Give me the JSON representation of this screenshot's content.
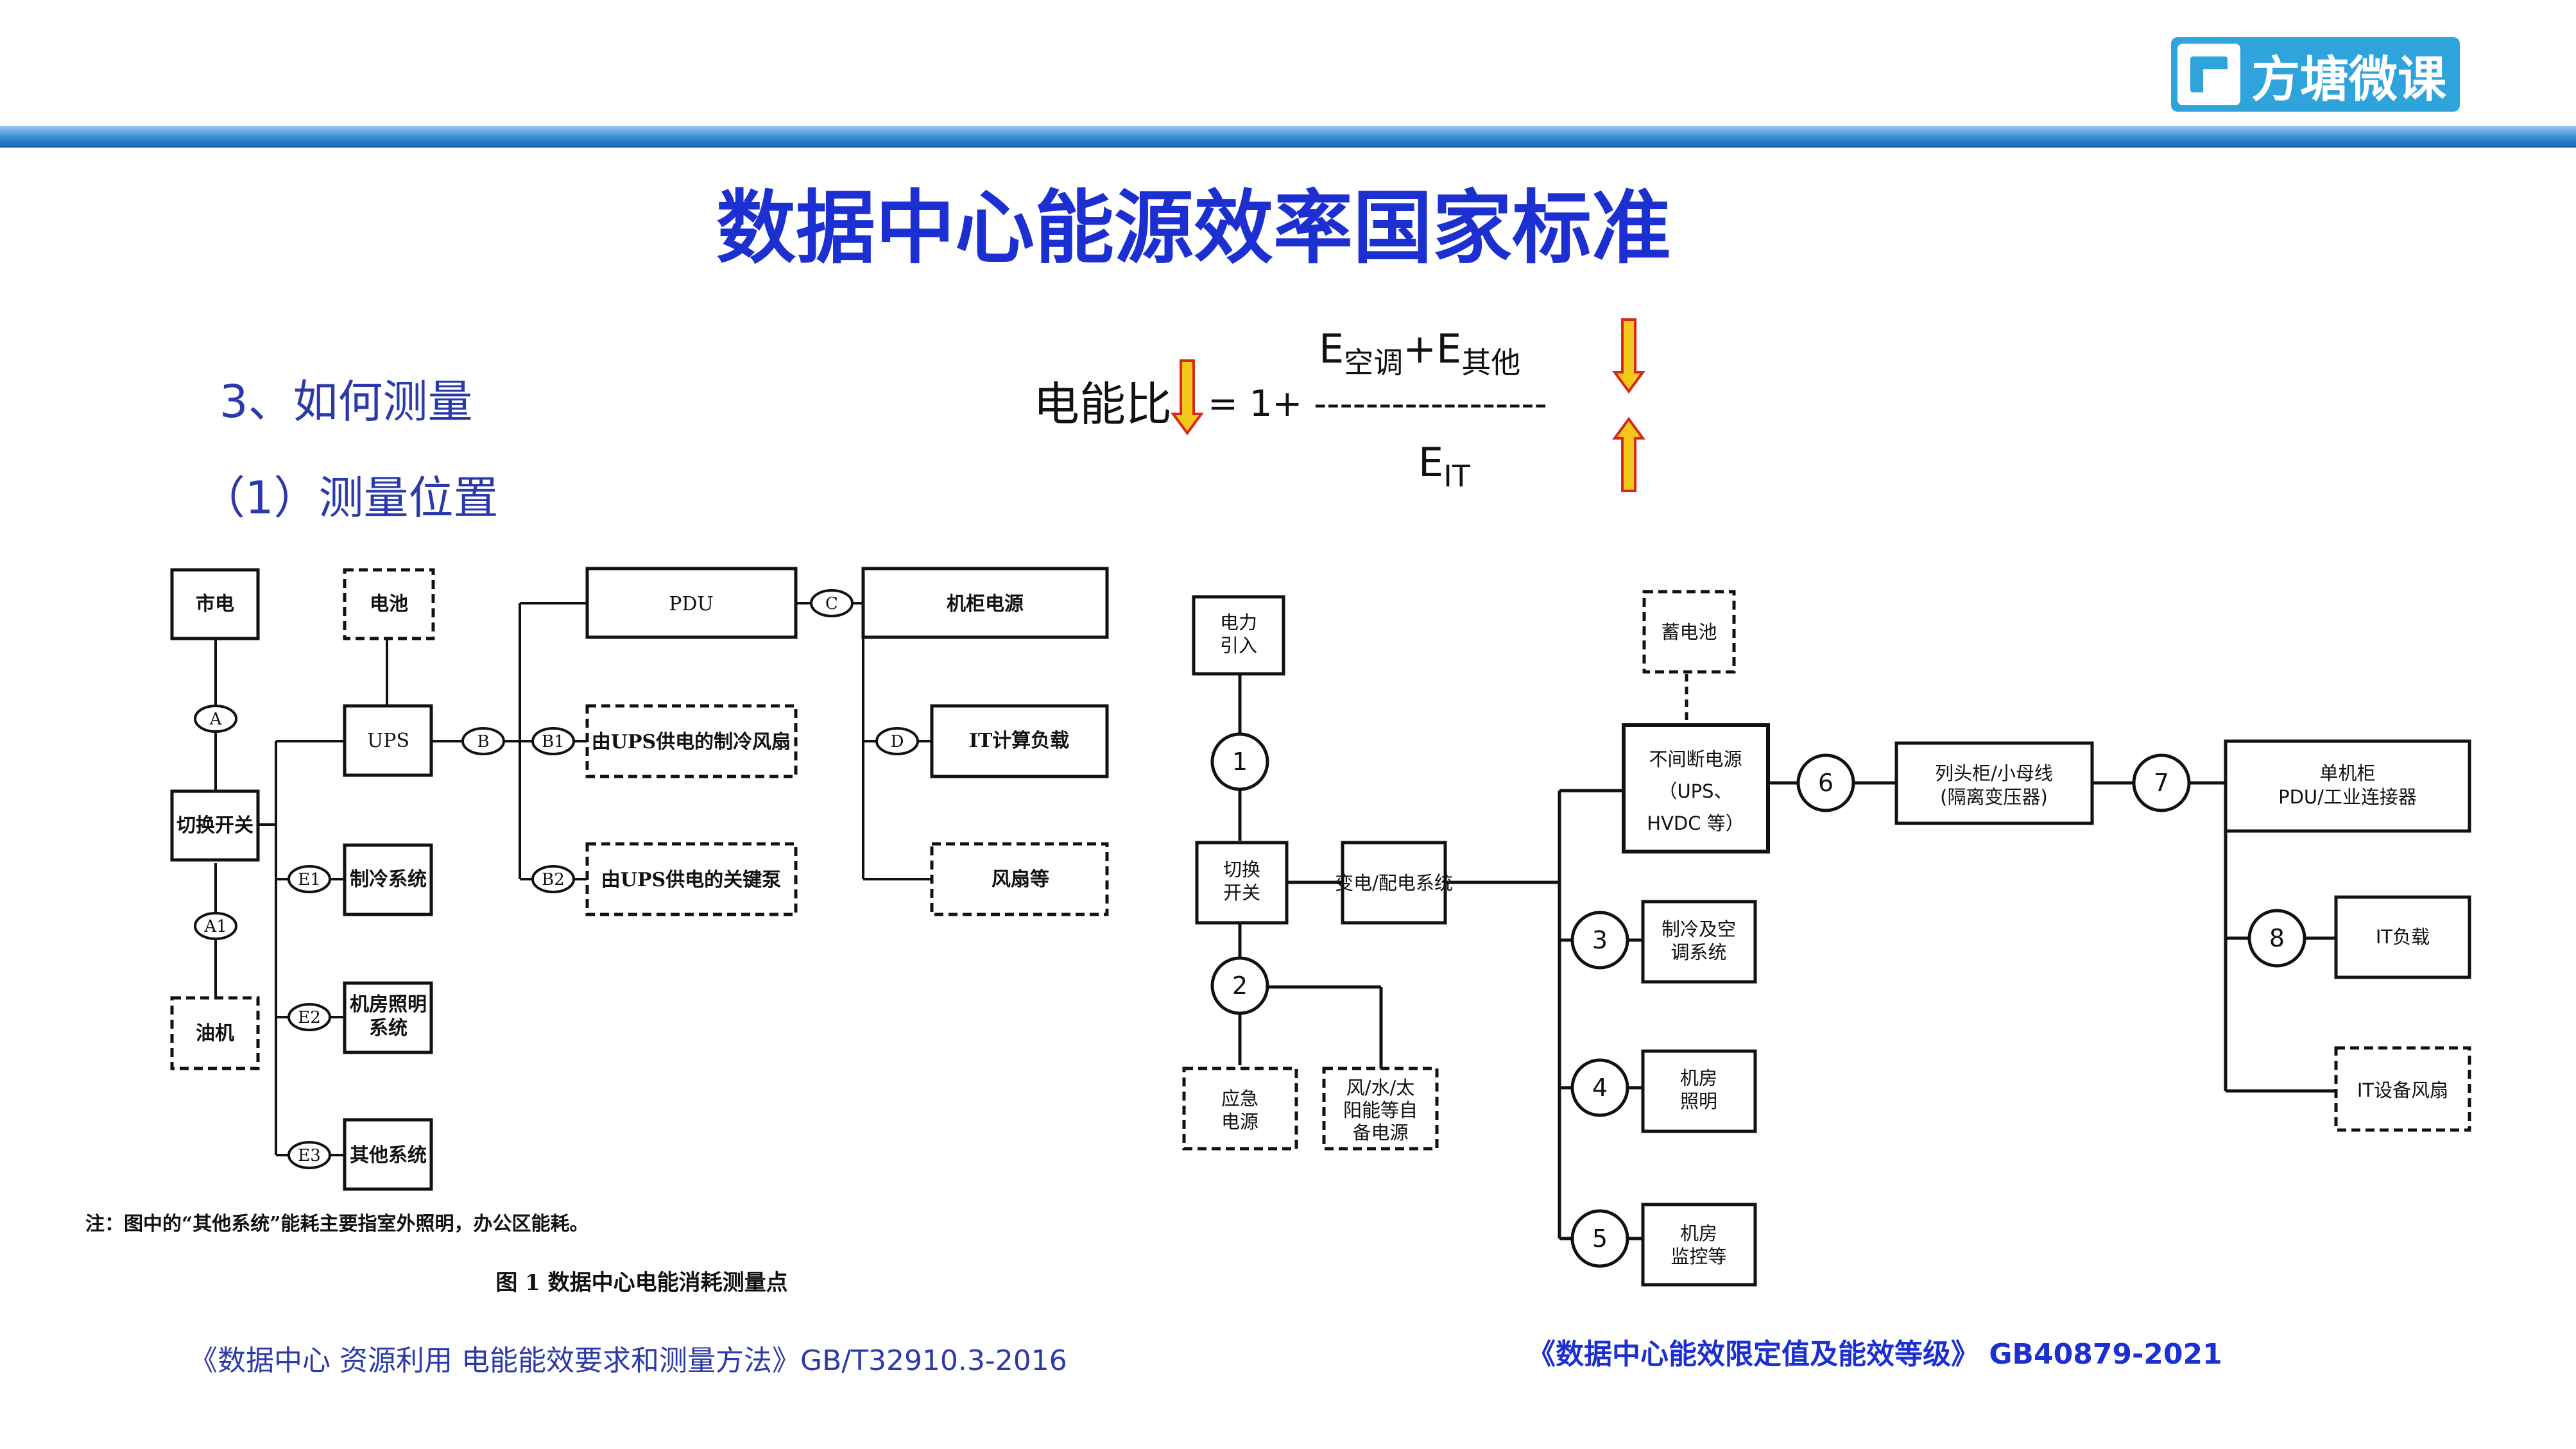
{
  "logo": {
    "text": "方塘微课"
  },
  "title": "数据中心能源效率国家标准",
  "section": {
    "heading": "3、如何测量",
    "subheading": "（1）测量位置"
  },
  "formula": {
    "lhs": "电能比",
    "eq": "= 1+ ------------------",
    "num_e1": "E",
    "num_s1": "空调",
    "num_plus": "+E",
    "num_s2": "其他",
    "den_e": "E",
    "den_s": "IT"
  },
  "left_diagram": {
    "nodes": {
      "mains": "市电",
      "battery": "电池",
      "switch": "切换开关",
      "generator": "油机",
      "ups": "UPS",
      "cooling": "制冷系统",
      "lighting_l1": "机房照明",
      "lighting_l2": "系统",
      "other": "其他系统",
      "pdu": "PDU",
      "b1_box": "由UPS供电的制冷风扇",
      "b2_box": "由UPS供电的关键泵",
      "rack_power": "机柜电源",
      "it_load": "IT计算负载",
      "fans": "风扇等"
    },
    "points": {
      "A": "A",
      "A1": "A1",
      "B": "B",
      "B1": "B1",
      "B2": "B2",
      "C": "C",
      "D": "D",
      "E1": "E1",
      "E2": "E2",
      "E3": "E3"
    },
    "note": "注：图中的“其他系统”能耗主要指室外照明，办公区能耗。",
    "caption": "图 1   数据中心电能消耗测量点",
    "source": "《数据中心 资源利用 电能能效要求和测量方法》GB/T32910.3-2016"
  },
  "right_diagram": {
    "nodes": {
      "intake_l1": "电力",
      "intake_l2": "引入",
      "switch_l1": "切换",
      "switch_l2": "开关",
      "emergency_l1": "应急",
      "emergency_l2": "电源",
      "renewable_l1": "风/水/太",
      "renewable_l2": "阳能等自",
      "renewable_l3": "备电源",
      "substation": "变电/配电系统",
      "battery": "蓄电池",
      "ups_l1": "不间断电源",
      "ups_l2": "（UPS、",
      "ups_l3": "HVDC 等）",
      "column_l1": "列头柜/小母线",
      "column_l2": "(隔离变压器)",
      "rack_l1": "单机柜",
      "rack_l2": "PDU/工业连接器",
      "cooling_l1": "制冷及空",
      "cooling_l2": "调系统",
      "lighting_l1": "机房",
      "lighting_l2": "照明",
      "monitor_l1": "机房",
      "monitor_l2": "监控等",
      "it_load": "IT负载",
      "it_fans": "IT设备风扇"
    },
    "points": {
      "p1": "1",
      "p2": "2",
      "p3": "3",
      "p4": "4",
      "p5": "5",
      "p6": "6",
      "p7": "7",
      "p8": "8"
    },
    "source": "《数据中心能效限定值及能效等级》 GB40879-2021"
  },
  "colors": {
    "title": "#1c2fd0",
    "section": "#2b3aa8",
    "header_bar": "#1f73c2",
    "logo": "#2ea3dc",
    "arrow_fill": "#f2c81a",
    "arrow_stroke": "#d8261c"
  }
}
